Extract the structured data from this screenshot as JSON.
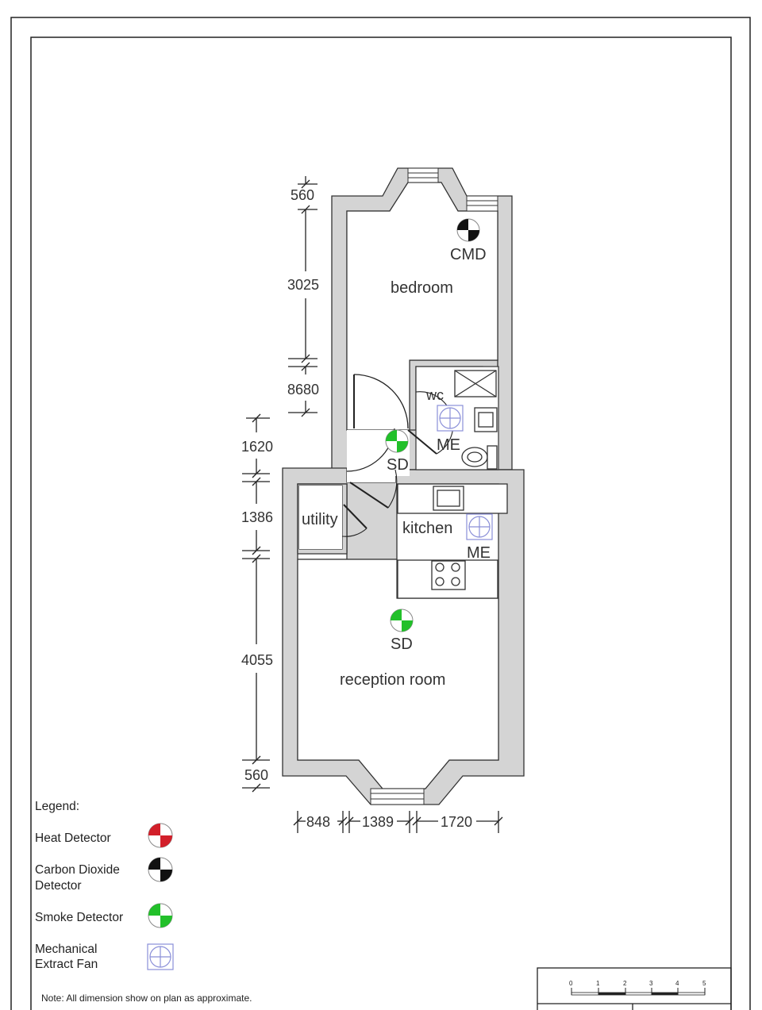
{
  "rooms": {
    "bedroom": "bedroom",
    "wc": "wc",
    "utility": "utility",
    "kitchen": "kitchen",
    "reception": "reception room"
  },
  "device_labels": {
    "cmd_bedroom": "CMD",
    "sd_hall": "SD",
    "me_wc": "ME",
    "me_kitchen": "ME",
    "sd_reception": "SD"
  },
  "dimensions": {
    "vertical": [
      "560",
      "3025",
      "8680",
      "1620",
      "1386",
      "4055",
      "560"
    ],
    "horizontal": [
      "848",
      "1389",
      "1720"
    ]
  },
  "legend": {
    "title": "Legend:",
    "items": [
      {
        "label_lines": [
          "Heat Detector"
        ],
        "icon": "heat-detector-icon",
        "color": "#d21f2a"
      },
      {
        "label_lines": [
          "Carbon Dioxide",
          "Detector"
        ],
        "icon": "carbon-dioxide-detector-icon",
        "color": "#111111"
      },
      {
        "label_lines": [
          "Smoke Detector"
        ],
        "icon": "smoke-detector-icon",
        "color": "#22c02a"
      },
      {
        "label_lines": [
          "Mechanical",
          "Extract Fan"
        ],
        "icon": "mechanical-extract-fan-icon",
        "color": "#8a8fd8"
      }
    ]
  },
  "note": "Note: All dimension show on plan as approximate.",
  "scale_bar": {
    "ticks": [
      "0",
      "1",
      "2",
      "3",
      "4",
      "5"
    ]
  }
}
